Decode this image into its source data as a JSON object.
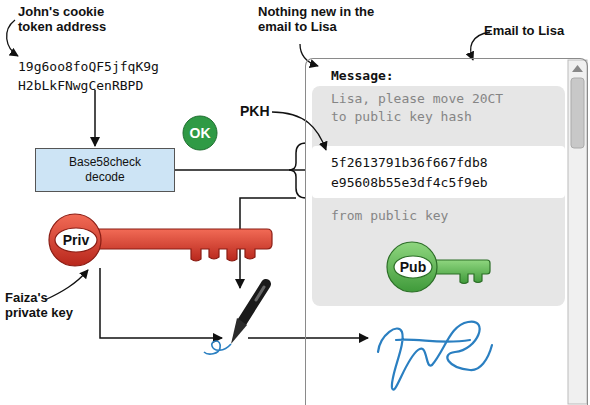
{
  "diagram": {
    "nodes": [
      {
        "text": [
          "Base58check decode"
        ]
      },
      {
        "text": [
          "OK"
        ]
      },
      {
        "text": [
          "Priv"
        ]
      },
      {
        "text": [
          "Message:",
          "Lisa, please move 20CT to public key hash",
          "5f2613791b36f667fdb8 e95608b55e3df4c5f9eb",
          "from public key"
        ]
      },
      {
        "text": [
          "Pub"
        ],
        "in": 3
      }
    ],
    "edges": [
      {
        "from": 0,
        "to": 3,
        "arrow": "none"
      }
    ],
    "labels": [
      "John's cookie token address",
      "19g6oo8foQF5jfqK9g H2bLkFNwgCenRBPD",
      "PKH",
      "Nothing new in the email to Lisa",
      "Email to Lisa",
      "Faiza's private key"
    ]
  }
}
